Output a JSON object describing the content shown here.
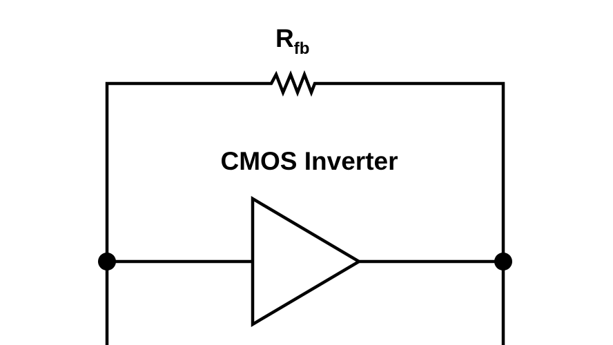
{
  "diagram": {
    "resistor": {
      "label_main": "R",
      "label_sub": "fb"
    },
    "amplifier": {
      "label": "CMOS Inverter"
    },
    "colors": {
      "stroke": "#000000",
      "background": "#ffffff"
    }
  }
}
